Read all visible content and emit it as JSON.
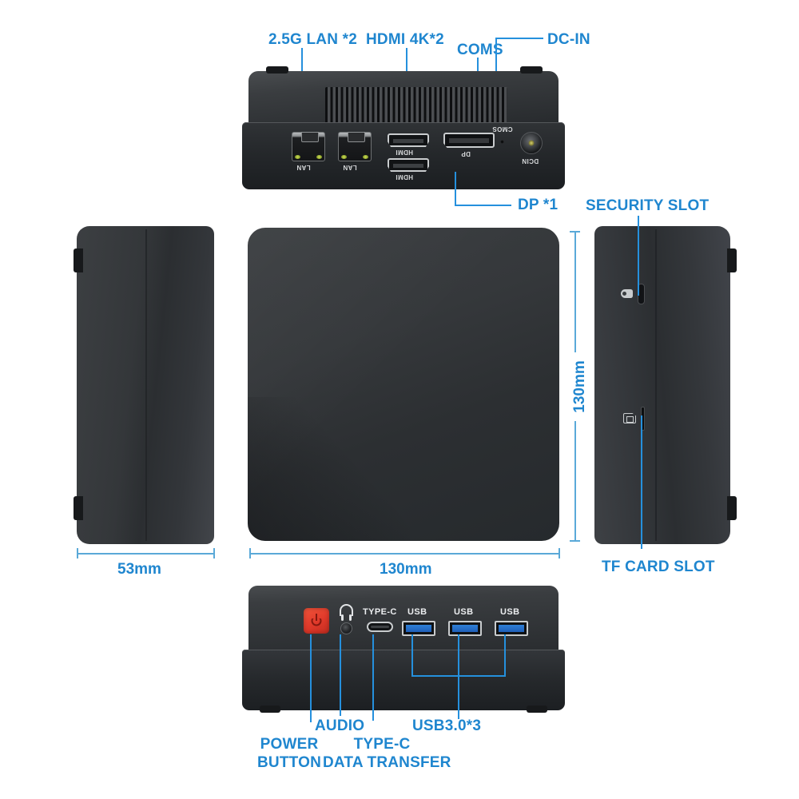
{
  "page": {
    "background": "#ffffff",
    "accent_blue": "#1f86cf",
    "leader_blue": "#2590dd",
    "dim_blue": "#5aa9d8",
    "chassis_dark": "#2e3134",
    "power_red": "#e0392a",
    "usb_blue": "#2f7fd6"
  },
  "annotations": {
    "lan": "2.5G LAN *2",
    "hdmi": "HDMI 4K*2",
    "coms": "COMS",
    "dcin": "DC-IN",
    "dp": "DP *1",
    "security_slot": "SECURITY SLOT",
    "tf_card_slot": "TF CARD SLOT",
    "power_button_line1": "POWER",
    "power_button_line2": "BUTTON",
    "audio": "AUDIO",
    "typec_line1": "TYPE-C",
    "typec_line2": "DATA TRANSFER",
    "usb": "USB3.0*3"
  },
  "dimensions": {
    "side_width": "53mm",
    "top_width": "130mm",
    "side_height": "130mm"
  },
  "rear_ports": {
    "lan1": "LAN",
    "lan2": "LAN",
    "hdmi1": "HDMI",
    "hdmi2": "HDMI",
    "dp": "DP",
    "cmos": "CMOS",
    "dcin": "DCIN"
  },
  "front_ports": {
    "typec": "TYPE-C",
    "usb1": "USB",
    "usb2": "USB",
    "usb3": "USB"
  },
  "icons": {
    "power": "power-button-icon",
    "headphone": "headphone-icon",
    "kensington": "security-lock-icon",
    "tf_card": "sd-card-icon"
  }
}
